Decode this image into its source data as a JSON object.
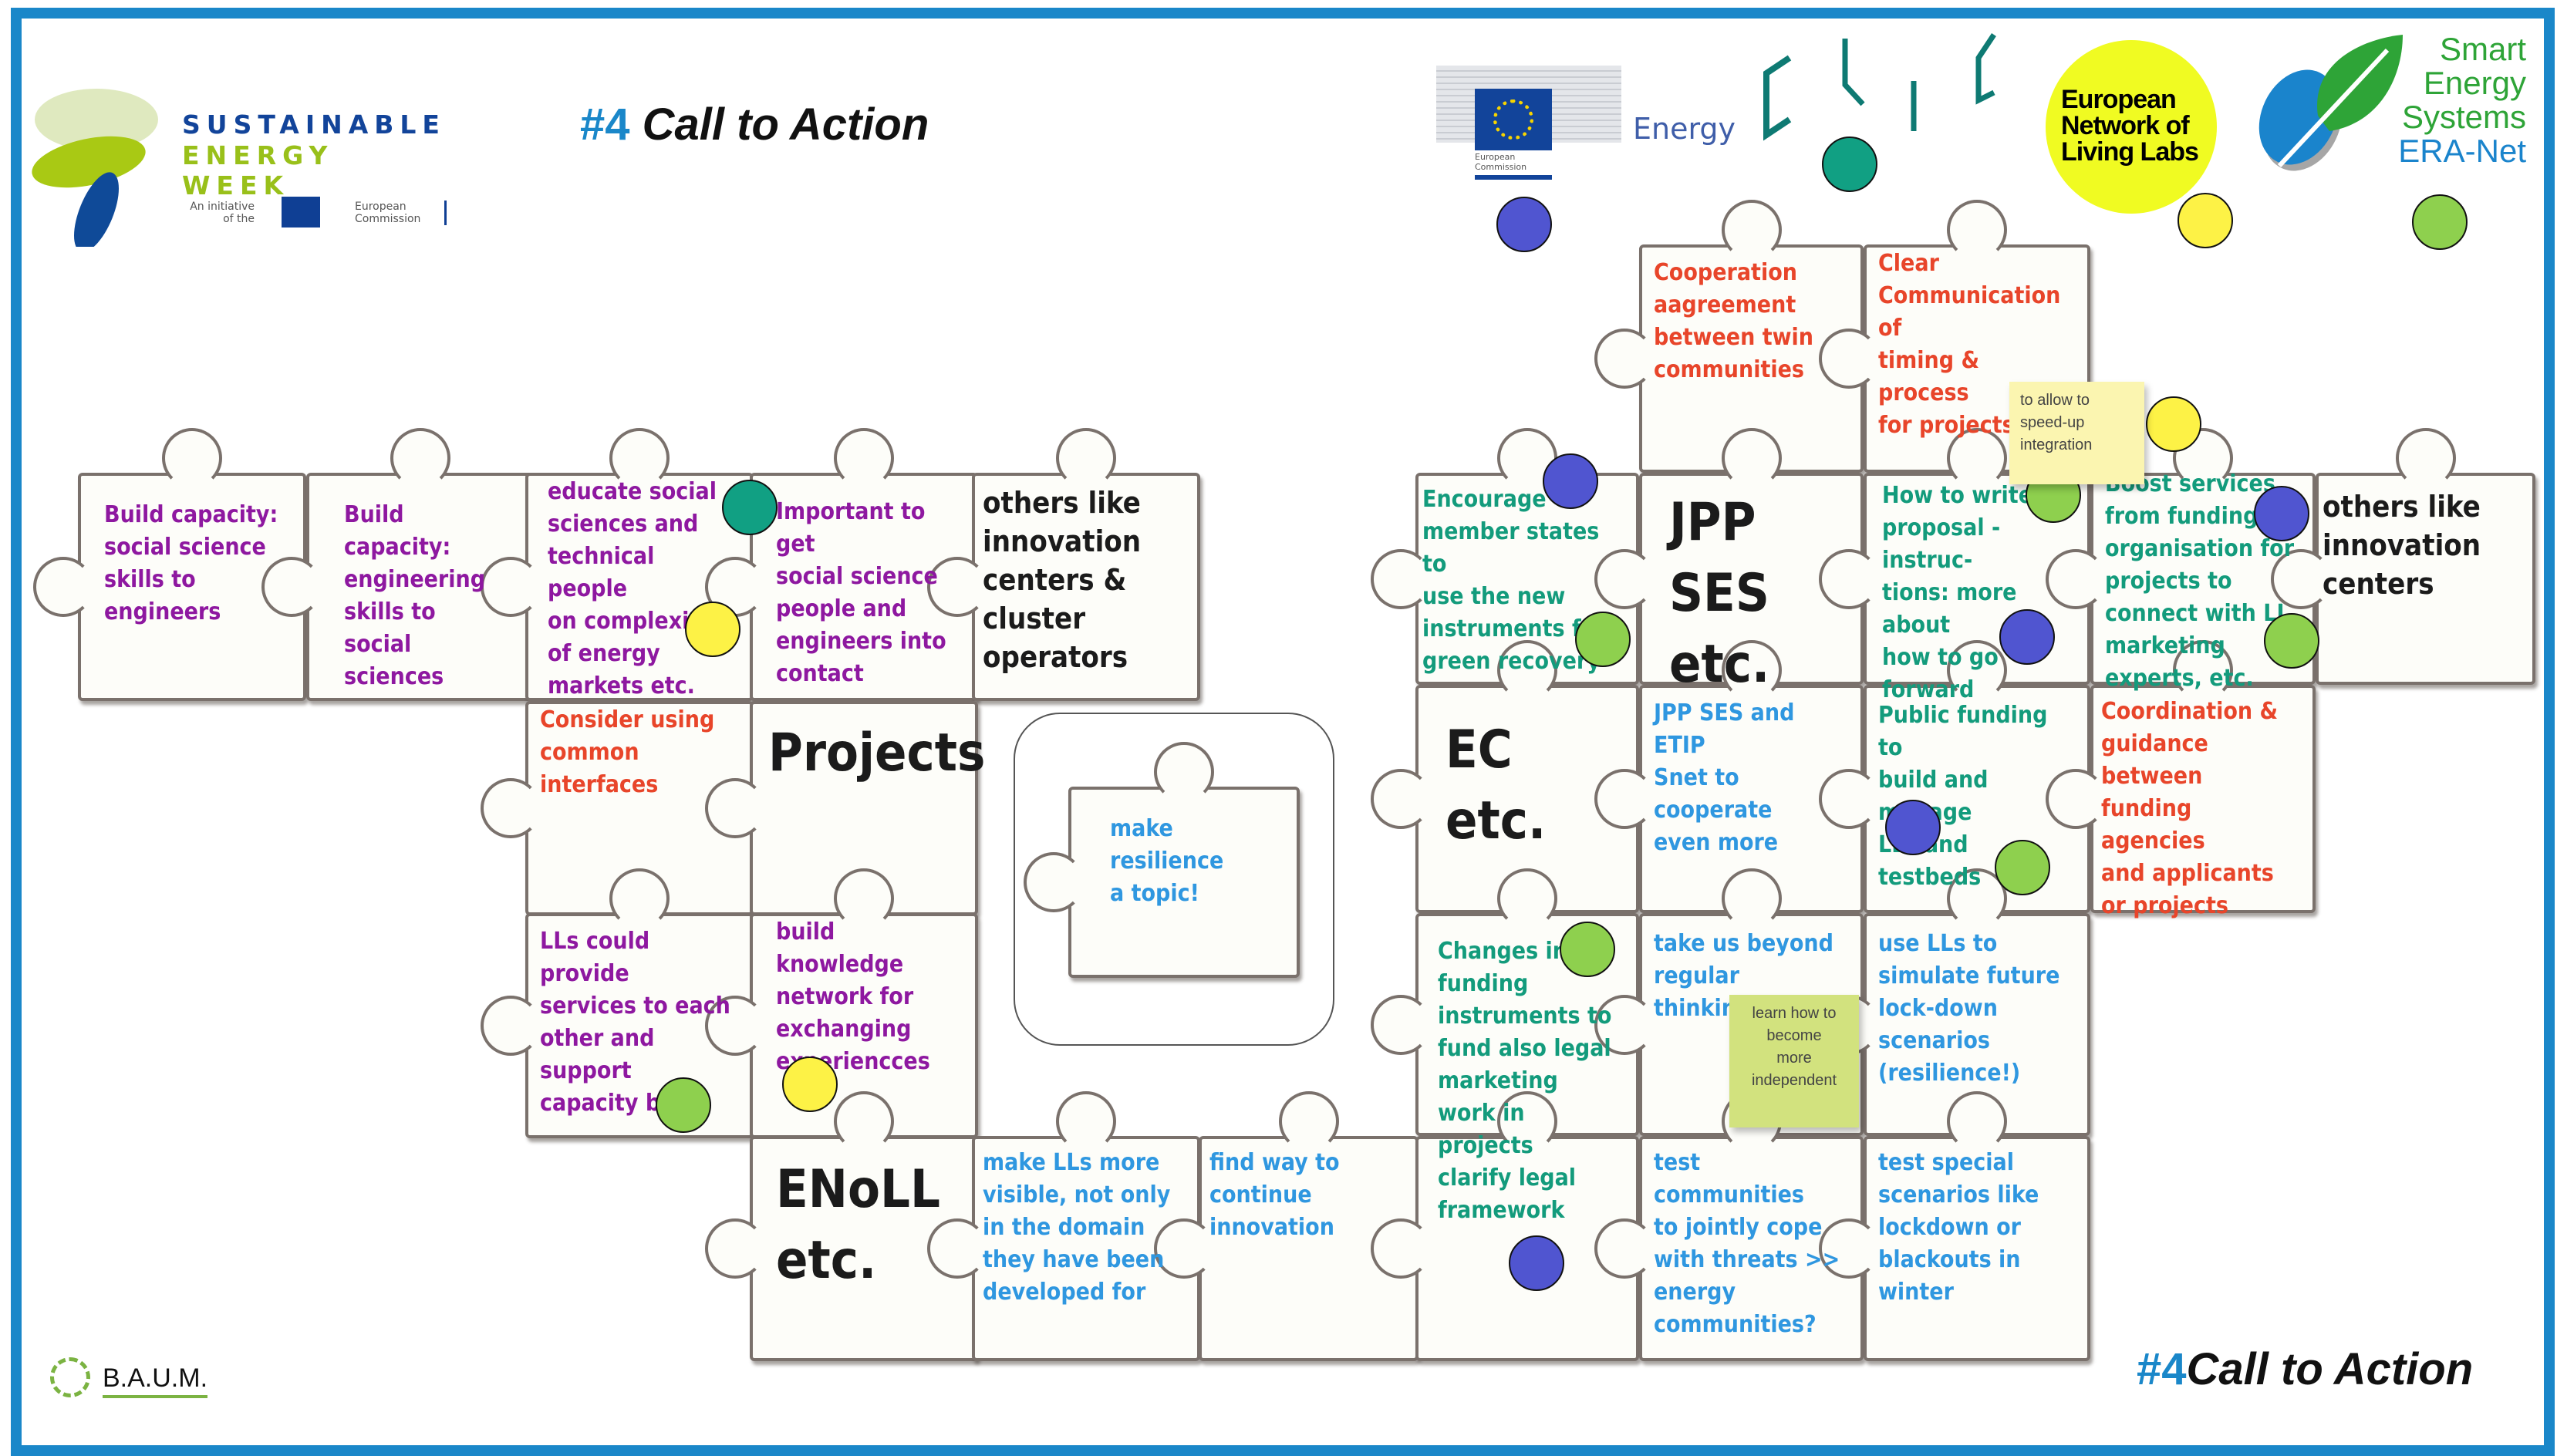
{
  "header": {
    "title_number": "#4",
    "title_label": "Call to Action"
  },
  "footer": {
    "title_number": "#4",
    "title_label": "Call to Action",
    "baum_label": "B.A.U.M."
  },
  "logos": {
    "sew_line1": "SUSTAINABLE",
    "sew_line2": "ENERGY WEEK",
    "sew_initiative": "An initiative of the",
    "sew_commission": "European Commission",
    "ec_energy": "Energy",
    "ec_caption": "European Commission",
    "enoll_line1": "European",
    "enoll_line2": "Network of",
    "enoll_line3": "Living Labs",
    "ses_line1": "Smart",
    "ses_line2": "Energy",
    "ses_line3": "Systems",
    "ses_line4": "ERA-Net"
  },
  "colors": {
    "frame": "#1a87c9",
    "purple": "#8e18a0",
    "orange_red": "#e8452a",
    "teal": "#139b7c",
    "blue": "#2f97e0",
    "black": "#1b1b1b",
    "dot_blue": "#5055d0",
    "dot_green": "#8ed04e",
    "dot_yellow": "#fdf246",
    "dot_teal": "#11a083",
    "sticky_yellow": "#fbf5b0",
    "sticky_green": "#d2e27e"
  },
  "left_cluster": {
    "pieces": [
      {
        "text": "Build capacity:\nsocial science\nskills to\nengineers",
        "color": "purple"
      },
      {
        "text": "Build capacity:\nengineering\nskills to\nsocial sciences",
        "color": "purple"
      },
      {
        "text": "educate social\nsciences and\ntechnical people\non complexities\nof energy\nmarkets etc.",
        "color": "purple"
      },
      {
        "text": "Important to get\nsocial science\npeople and\nengineers into\ncontact",
        "color": "purple"
      },
      {
        "text": "others like\ninnovation\ncenters &\ncluster\noperators",
        "color": "black"
      },
      {
        "text": "Consider using\ncommon\ninterfaces",
        "color": "orange_red"
      },
      {
        "text": "Projects",
        "color": "black"
      },
      {
        "text": "LLs could provide\nservices to each\nother and support\ncapacity build",
        "color": "purple"
      },
      {
        "text": "build knowledge\nnetwork for\nexchanging\nexperiencces",
        "color": "purple"
      },
      {
        "text": "ENoLL\netc.",
        "color": "black"
      },
      {
        "text": "make LLs more\nvisible, not only\nin the domain\nthey have been\ndeveloped for",
        "color": "blue"
      },
      {
        "text": "find way to\ncontinue\ninnovation",
        "color": "blue"
      }
    ],
    "highlight_piece": {
      "text": "make\nresilience\na topic!",
      "color": "blue"
    }
  },
  "right_cluster": {
    "pieces": [
      {
        "text": "Cooperation\naagreement\nbetween twin\ncommunities",
        "color": "orange_red"
      },
      {
        "text": "Clear\nCommunication of\ntiming & process\nfor projects",
        "color": "orange_red"
      },
      {
        "text": "Encourage\nmember states to\nuse the new\ninstruments for\ngreen recovery",
        "color": "teal"
      },
      {
        "text": "JPP SES\netc.",
        "color": "black"
      },
      {
        "text": "How to write a\nproposal -instruc-\ntions: more about\nhow to go forward",
        "color": "teal"
      },
      {
        "text": "Boost services\nfrom funding\norganisation for\nprojects to\nconnect with LL,\nmarketing\nexperts, etc.",
        "color": "teal"
      },
      {
        "text": "others like\ninnovation\ncenters",
        "color": "black"
      },
      {
        "text": "EC\netc.",
        "color": "black"
      },
      {
        "text": "JPP SES and ETIP\nSnet to cooperate\neven more",
        "color": "blue"
      },
      {
        "text": "Public funding to\nbuild and manage\nLLs and testbeds",
        "color": "teal"
      },
      {
        "text": "Coordination &\nguidance between\nfunding agencies\nand applicants\nor projects",
        "color": "orange_red"
      },
      {
        "text": "Changes in\nfunding\ninstruments to\nfund also legal\nmarketing work in\nprojects",
        "color": "teal"
      },
      {
        "text": "take us beyond\nregular thinking!",
        "color": "blue"
      },
      {
        "text": "use LLs to\nsimulate future\nlock-down\nscenarios\n(resilience!)",
        "color": "blue"
      },
      {
        "text": "clarify legal\nframework",
        "color": "teal"
      },
      {
        "text": "test communities\nto jointly cope\nwith threats >>\nenergy\ncommunities?",
        "color": "blue"
      },
      {
        "text": "test special\nscenarios like\nlockdown or\nblackouts in\nwinter",
        "color": "blue"
      }
    ]
  },
  "sticky_notes": [
    {
      "text": "to allow to\nspeed-up\nintegration",
      "color": "sticky_yellow"
    },
    {
      "text": "learn how to\nbecome\nmore\nindependent",
      "color": "sticky_green"
    }
  ],
  "vote_dots": [
    {
      "color": "dot_blue",
      "near": "European Commission Energy logo"
    },
    {
      "color": "dot_teal",
      "near": "CLIC logo"
    },
    {
      "color": "dot_yellow",
      "near": "ENoLL logo"
    },
    {
      "color": "dot_green",
      "near": "Smart Energy Systems logo"
    },
    {
      "color": "dot_teal",
      "near": "educate social sciences"
    },
    {
      "color": "dot_yellow",
      "near": "educate social sciences"
    },
    {
      "color": "dot_green",
      "near": "LLs could provide services"
    },
    {
      "color": "dot_yellow",
      "near": "build knowledge network"
    },
    {
      "color": "dot_blue",
      "near": "Encourage member states"
    },
    {
      "color": "dot_green",
      "near": "Encourage member states"
    },
    {
      "color": "dot_yellow",
      "near": "speed-up integration note"
    },
    {
      "color": "dot_green",
      "near": "How to write a proposal"
    },
    {
      "color": "dot_blue",
      "near": "How to write a proposal"
    },
    {
      "color": "dot_blue",
      "near": "Boost services"
    },
    {
      "color": "dot_green",
      "near": "Boost services"
    },
    {
      "color": "dot_blue",
      "near": "Public funding"
    },
    {
      "color": "dot_green",
      "near": "Public funding"
    },
    {
      "color": "dot_green",
      "near": "Changes in funding"
    },
    {
      "color": "dot_blue",
      "near": "clarify legal framework"
    }
  ]
}
